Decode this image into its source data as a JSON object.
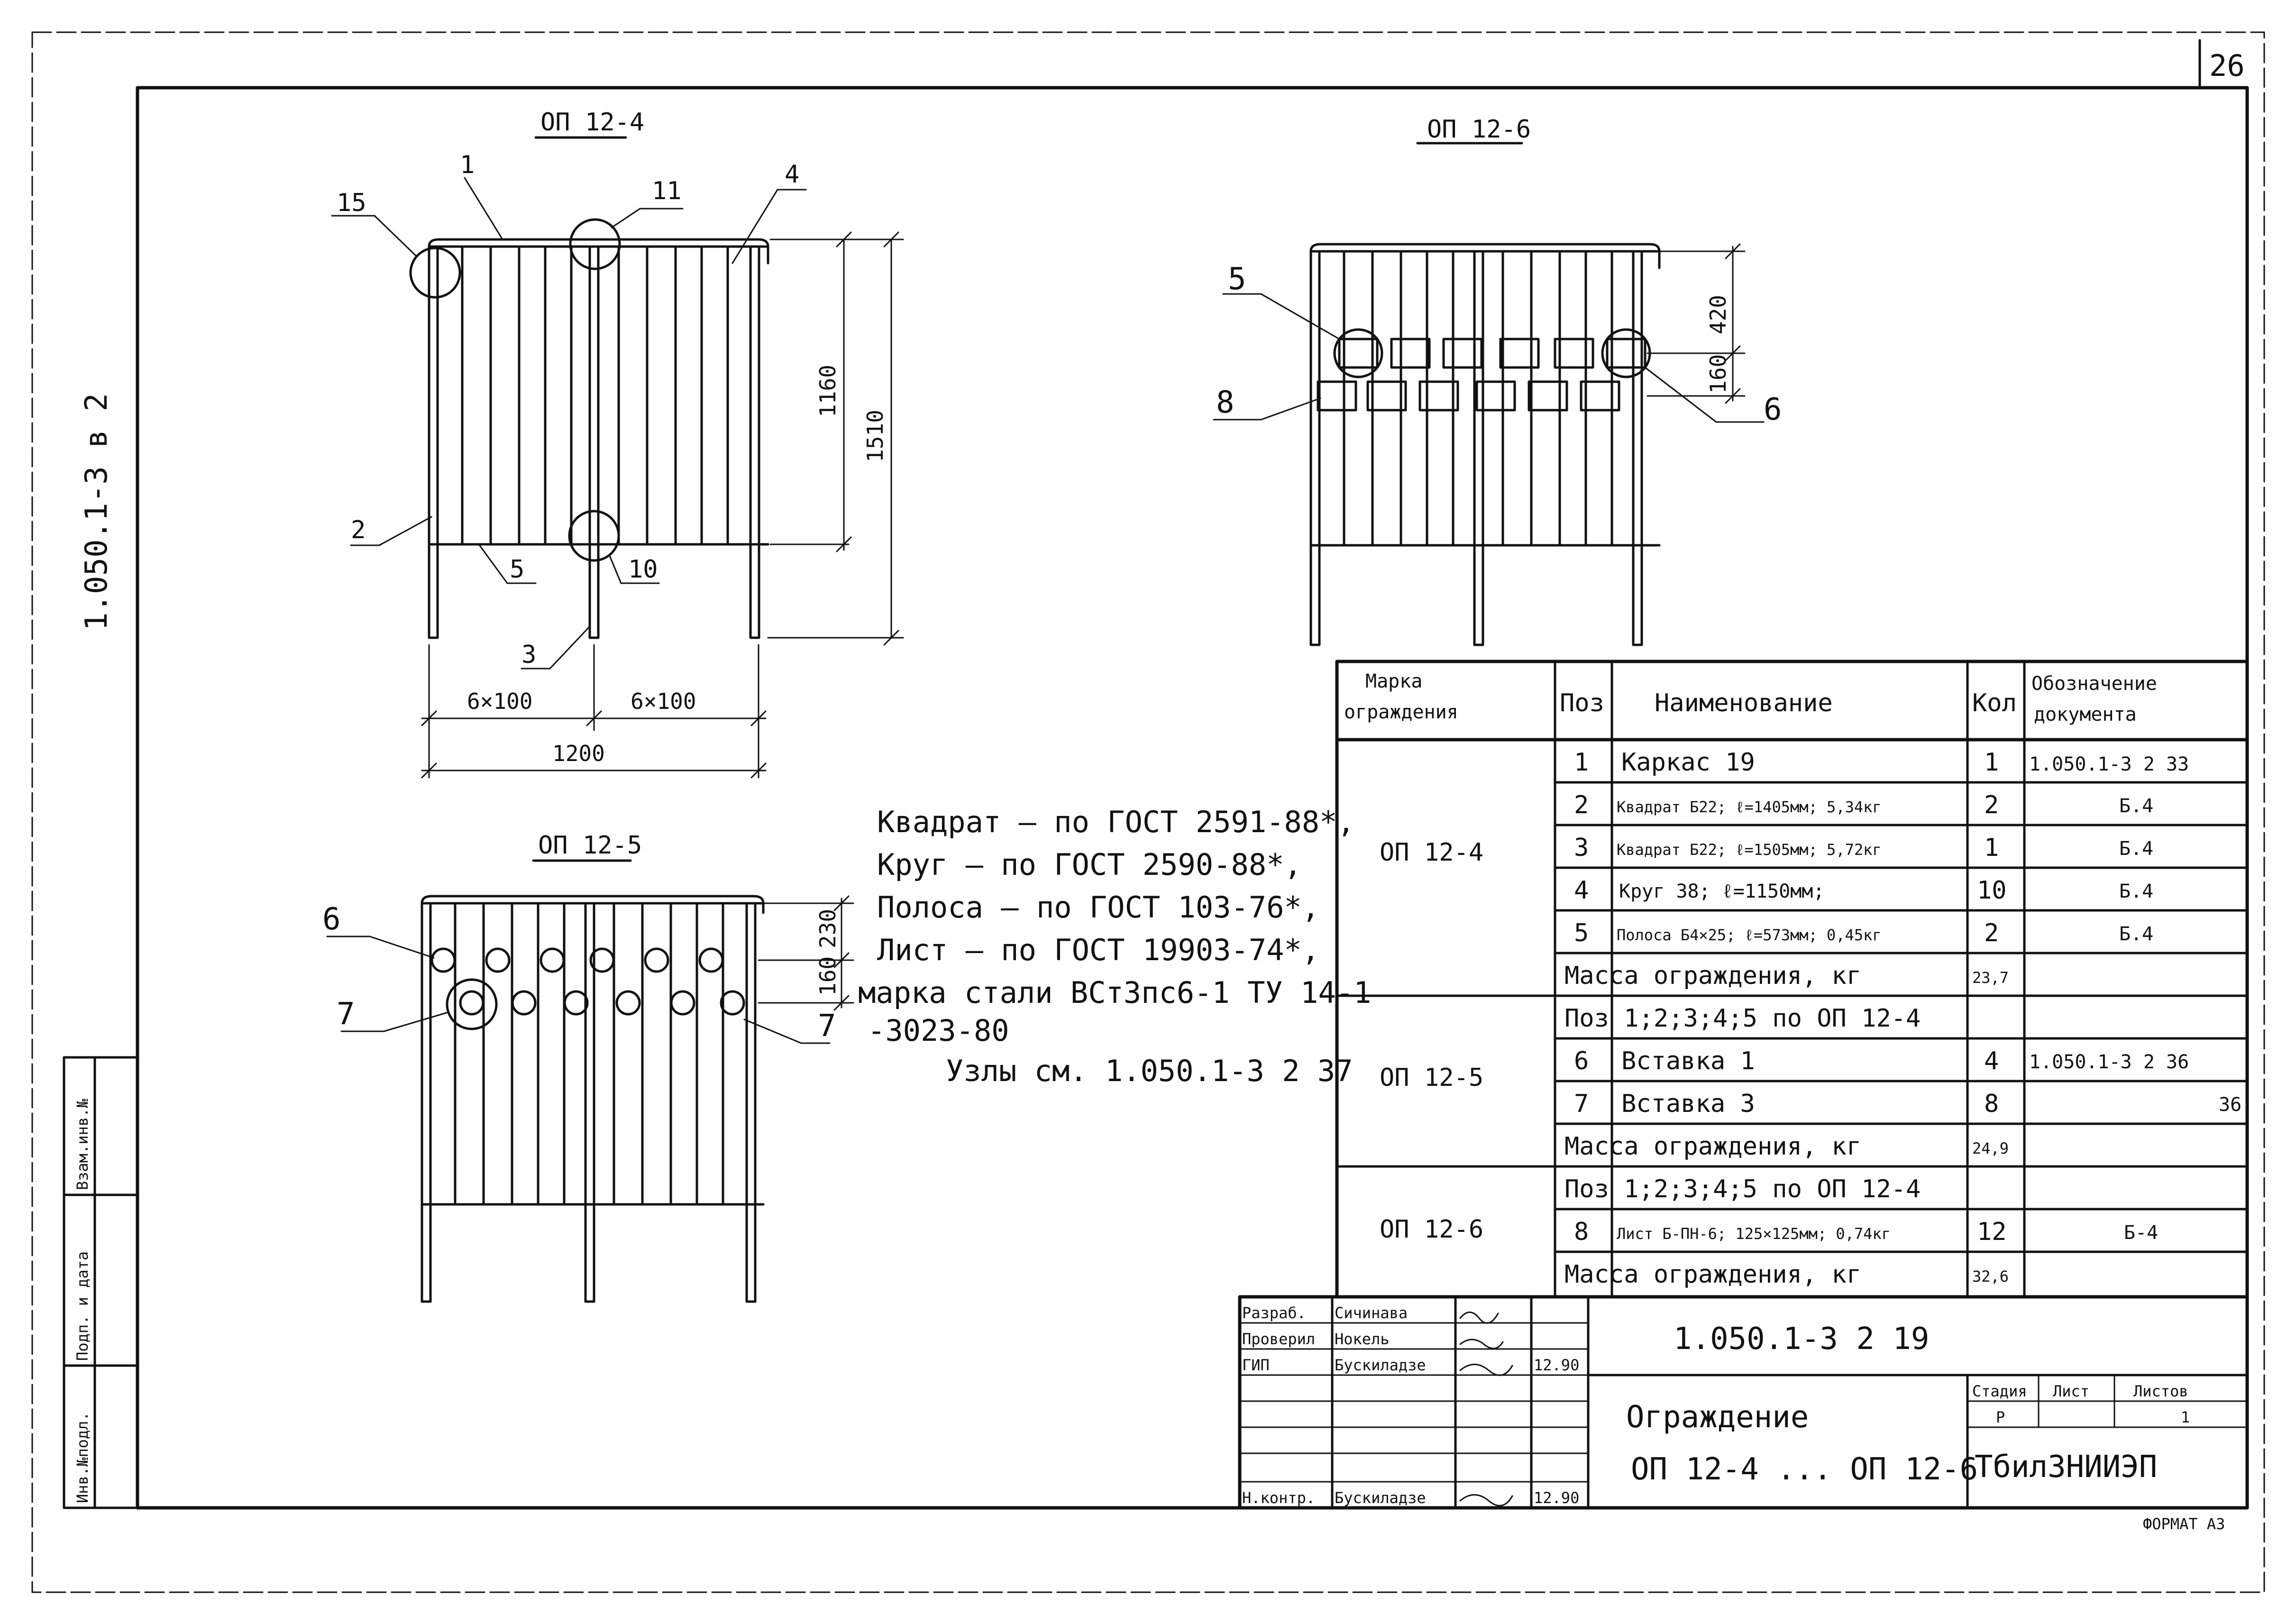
{
  "sheet": {
    "sheet_number": "26",
    "format": "ФОРМАТ А3",
    "side_code": "1.050.1-3  в 2",
    "side_stamp": [
      "Инв.№подл.",
      "Подп. и дата",
      "Взам.инв.№"
    ]
  },
  "views": {
    "op124": {
      "title": "ОП 12-4",
      "callouts": [
        "15",
        "1",
        "11",
        "4",
        "2",
        "5",
        "10",
        "3"
      ],
      "dims": {
        "d1160": "1160",
        "d1510": "1510",
        "d600a": "6×100",
        "d600b": "6×100",
        "d1200": "1200"
      }
    },
    "op126": {
      "title": "ОП 12-6",
      "callouts": [
        "5",
        "8",
        "6"
      ],
      "dims": {
        "d420": "420",
        "d160": "160"
      }
    },
    "op125": {
      "title": "ОП 12-5",
      "callouts": [
        "6",
        "7",
        "7"
      ],
      "dims": {
        "d230": "230",
        "d160": "160"
      }
    }
  },
  "notes": [
    "Квадрат – по ГОСТ 2591-88*,",
    "Круг – по ГОСТ 2590-88*,",
    "Полоса – по ГОСТ 103-76*,",
    "Лист – по ГОСТ 19903-74*,",
    "марка стали ВСт3пс6-1 ТУ 14-1",
    "-3023-80",
    "Узлы см. 1.050.1-3 2 37"
  ],
  "spec_table": {
    "headers": [
      "Марка ограждения",
      "Поз",
      "Наименование",
      "Кол",
      "Обозначение документа"
    ],
    "rows": [
      {
        "mark": "ОП 12-4",
        "pos": "1",
        "name": "Каркас 19",
        "qty": "1",
        "doc": "1.050.1-3  2  33"
      },
      {
        "mark": "",
        "pos": "2",
        "name": "Квадрат Б22; ℓ=1405мм; 5,34кг",
        "qty": "2",
        "doc": "Б.4"
      },
      {
        "mark": "",
        "pos": "3",
        "name": "Квадрат Б22; ℓ=1505мм; 5,72кг",
        "qty": "1",
        "doc": "Б.4"
      },
      {
        "mark": "",
        "pos": "4",
        "name": "Круг 38; ℓ=1150мм;",
        "qty": "10",
        "doc": "Б.4"
      },
      {
        "mark": "",
        "pos": "5",
        "name": "Полоса Б4×25; ℓ=573мм; 0,45кг",
        "qty": "2",
        "doc": "Б.4"
      },
      {
        "mark": "",
        "pos": "",
        "name": "Масса ограждения, кг",
        "qty": "23,7",
        "doc": ""
      },
      {
        "mark": "ОП 12-5",
        "pos": "",
        "name": "Поз 1;2;3;4;5 по ОП 12-4",
        "qty": "",
        "doc": ""
      },
      {
        "mark": "",
        "pos": "6",
        "name": "Вставка 1",
        "qty": "4",
        "doc": "1.050.1-3  2  36"
      },
      {
        "mark": "",
        "pos": "7",
        "name": "Вставка 3",
        "qty": "8",
        "doc": "36"
      },
      {
        "mark": "",
        "pos": "",
        "name": "Масса ограждения, кг",
        "qty": "24,9",
        "doc": ""
      },
      {
        "mark": "ОП 12-6",
        "pos": "",
        "name": "Поз 1;2;3;4;5 по ОП 12-4",
        "qty": "",
        "doc": ""
      },
      {
        "mark": "",
        "pos": "8",
        "name": "Лист Б-ПН-6; 125×125мм; 0,74кг",
        "qty": "12",
        "doc": "Б-4"
      },
      {
        "mark": "",
        "pos": "",
        "name": "Масса ограждения, кг",
        "qty": "32,6",
        "doc": ""
      }
    ]
  },
  "title_block": {
    "code": "1.050.1-3   2   19",
    "name": "Ограждение",
    "subtitle": "ОП 12-4 ... ОП 12-6",
    "org": "ТбилЗНИИЭП",
    "stage_label": "Стадия",
    "sheet_label": "Лист",
    "sheets_label": "Листов",
    "stage": "Р",
    "sheets_total": "1",
    "people": [
      {
        "role": "Разраб.",
        "name": "Сичинава",
        "date": ""
      },
      {
        "role": "Проверил",
        "name": "Нокель",
        "date": ""
      },
      {
        "role": "ГИП",
        "name": "Бускиладзе",
        "date": "12.90"
      },
      {
        "role": "Н.контр.",
        "name": "Бускиладзе",
        "date": "12.90"
      }
    ]
  }
}
